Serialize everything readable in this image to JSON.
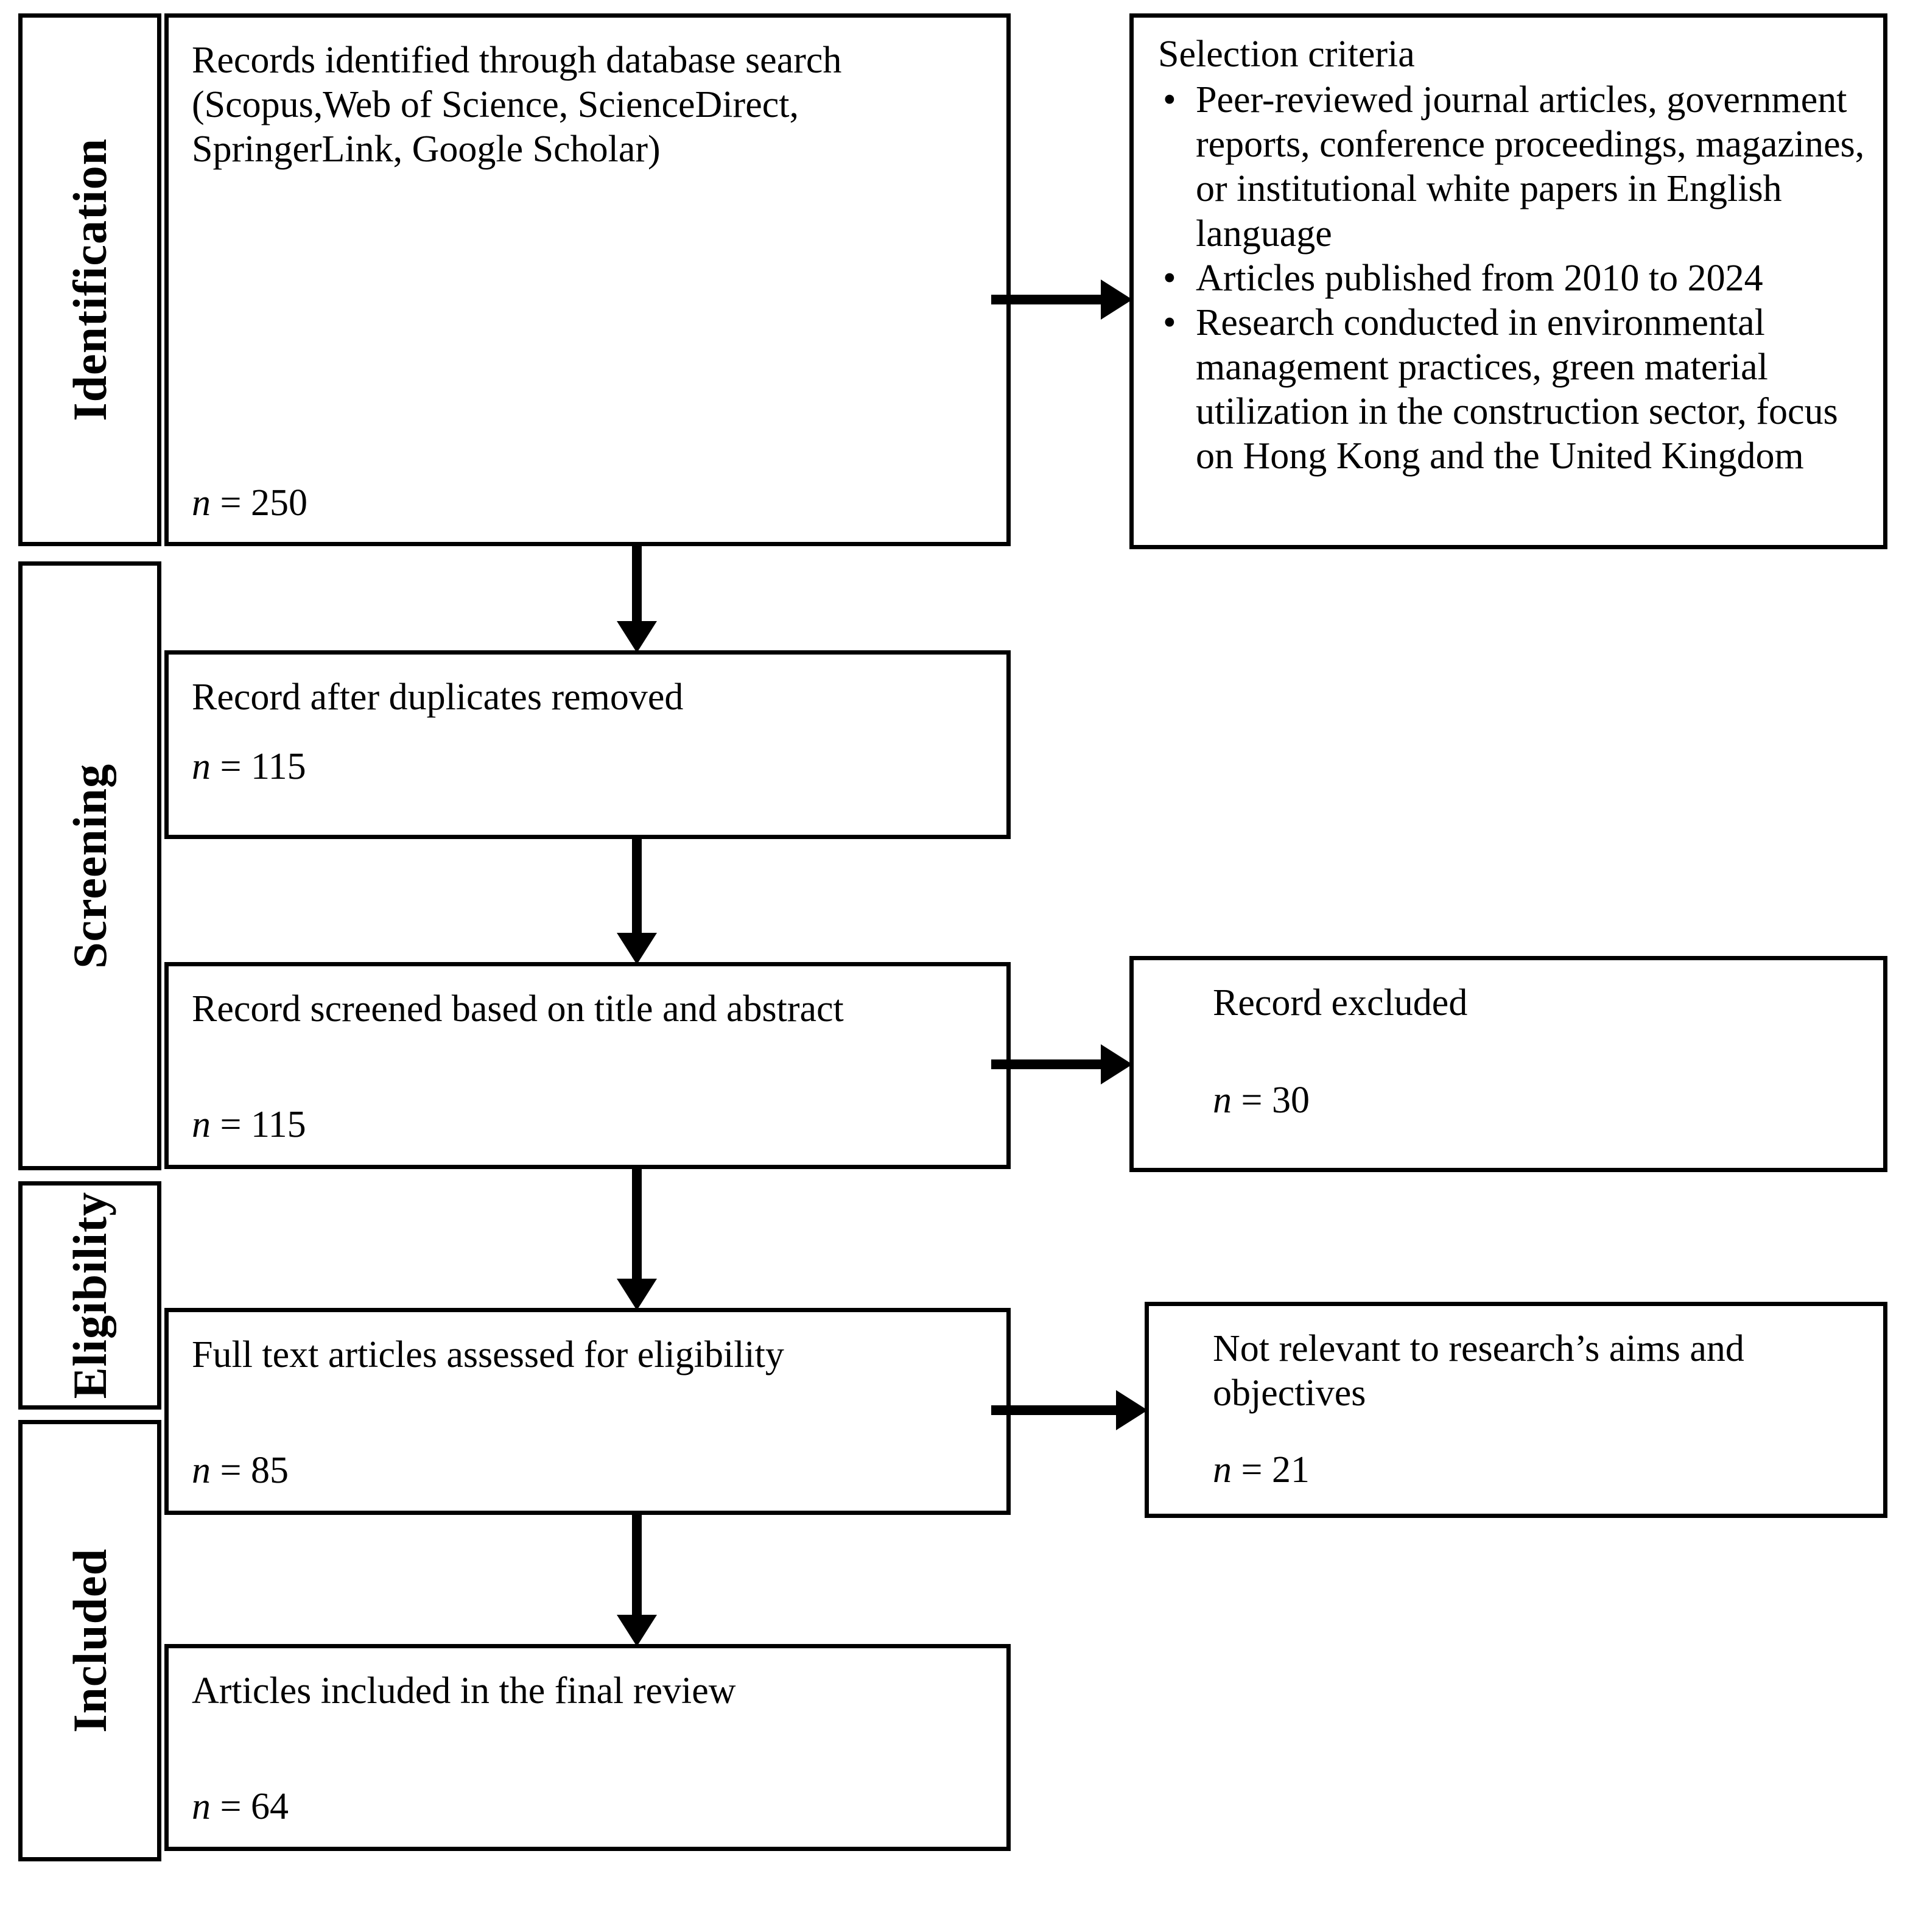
{
  "diagram": {
    "type": "prisma-flow-diagram",
    "stages": [
      {
        "key": "identification",
        "label": "Identification"
      },
      {
        "key": "screening",
        "label": "Screening"
      },
      {
        "key": "eligibility",
        "label": "Eligibility"
      },
      {
        "key": "included",
        "label": "Included"
      }
    ],
    "flow_boxes": [
      {
        "key": "records-identified",
        "title": "Records identified through database search (Scopus,Web of Science, ScienceDirect, SpringerLink, Google Scholar)",
        "n": "n = 250",
        "n_symbol": "n",
        "n_value": "= 250"
      },
      {
        "key": "records-after-duplicates",
        "title": "Record after duplicates removed",
        "n": "n = 115",
        "n_symbol": "n",
        "n_value": "= 115"
      },
      {
        "key": "records-screened",
        "title": "Record screened based on title and abstract",
        "n": "n = 115",
        "n_symbol": "n",
        "n_value": "= 115"
      },
      {
        "key": "full-text-assessed",
        "title": "Full text articles assessed for eligibility",
        "n": "n = 85",
        "n_symbol": "n",
        "n_value": "= 85"
      },
      {
        "key": "articles-included",
        "title": "Articles included in the final review",
        "n": "n = 64",
        "n_symbol": "n",
        "n_value": "= 64"
      }
    ],
    "side_boxes": [
      {
        "key": "selection-criteria",
        "heading": "Selection criteria",
        "bullet_glyph": "•",
        "bullets": [
          "Peer-reviewed journal articles, government reports, conference proceedings, magazines, or institutional white papers in English language",
          "Articles published from 2010 to 2024",
          "Research conducted in environmental management practices, green material utilization in the construction sector, focus on Hong Kong and the United Kingdom"
        ]
      },
      {
        "key": "record-excluded",
        "title": "Record excluded",
        "n": "n = 30",
        "n_symbol": "n",
        "n_value": "= 30"
      },
      {
        "key": "not-relevant",
        "title": "Not relevant to research’s aims and objectives",
        "n": "n = 21",
        "n_symbol": "n",
        "n_value": "= 21"
      }
    ],
    "colors": {
      "stroke": "#000000",
      "background": "#ffffff",
      "text": "#000000"
    }
  }
}
